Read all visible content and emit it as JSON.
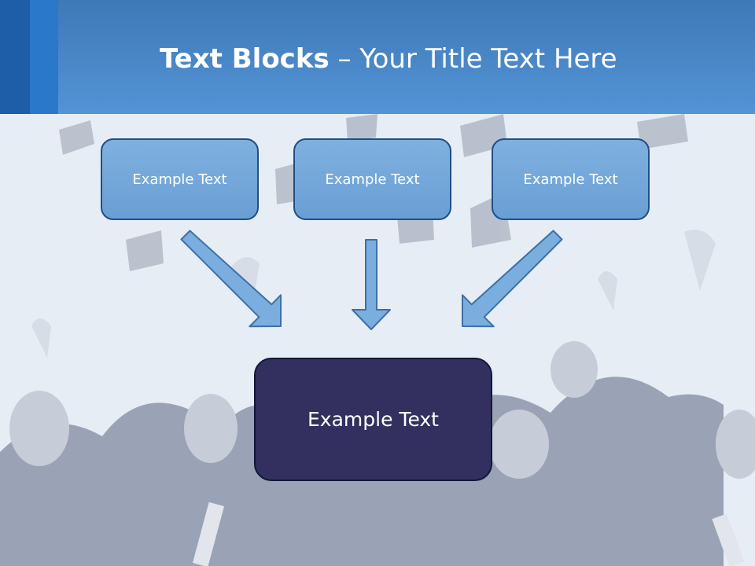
{
  "title": {
    "bold": "Text Blocks",
    "dash": " – ",
    "rest": "Your Title Text Here"
  },
  "boxes": {
    "left": "Example Text",
    "center": "Example Text",
    "right": "Example Text",
    "bottom": "Example Text"
  },
  "colors": {
    "header": "#4a88cc",
    "box_fill": "#72a6d9",
    "box_border": "#1f4f86",
    "arrow_fill": "#7aaedf",
    "bottom_box": "#33305f"
  }
}
